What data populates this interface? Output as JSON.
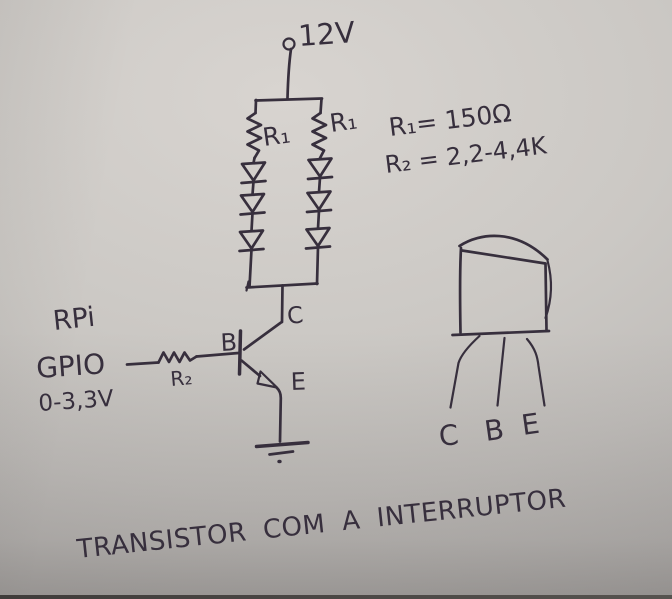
{
  "colors": {
    "ink": "#372f3d",
    "paper-light": "#d8d4d0",
    "paper-dark": "#adaaa8"
  },
  "title": "TRANSISTOR COM A INTERRUPTOR",
  "supply": {
    "label": "12V"
  },
  "branches": {
    "left": {
      "resistor_label": "R₁",
      "diode_count": 3
    },
    "right": {
      "resistor_label": "R₁",
      "diode_count": 3
    }
  },
  "annotations": {
    "r1_value": "R₁= 150Ω",
    "r2_value": "R₂ = 2,2-4,4K"
  },
  "input": {
    "source": "RPi",
    "pin": "GPIO",
    "voltage_range": "0-3,3V",
    "resistor_label": "R₂"
  },
  "transistor": {
    "collector_label": "C",
    "base_label": "B",
    "emitter_label": "E"
  },
  "package": {
    "pin_labels": [
      "C",
      "B",
      "E"
    ]
  }
}
